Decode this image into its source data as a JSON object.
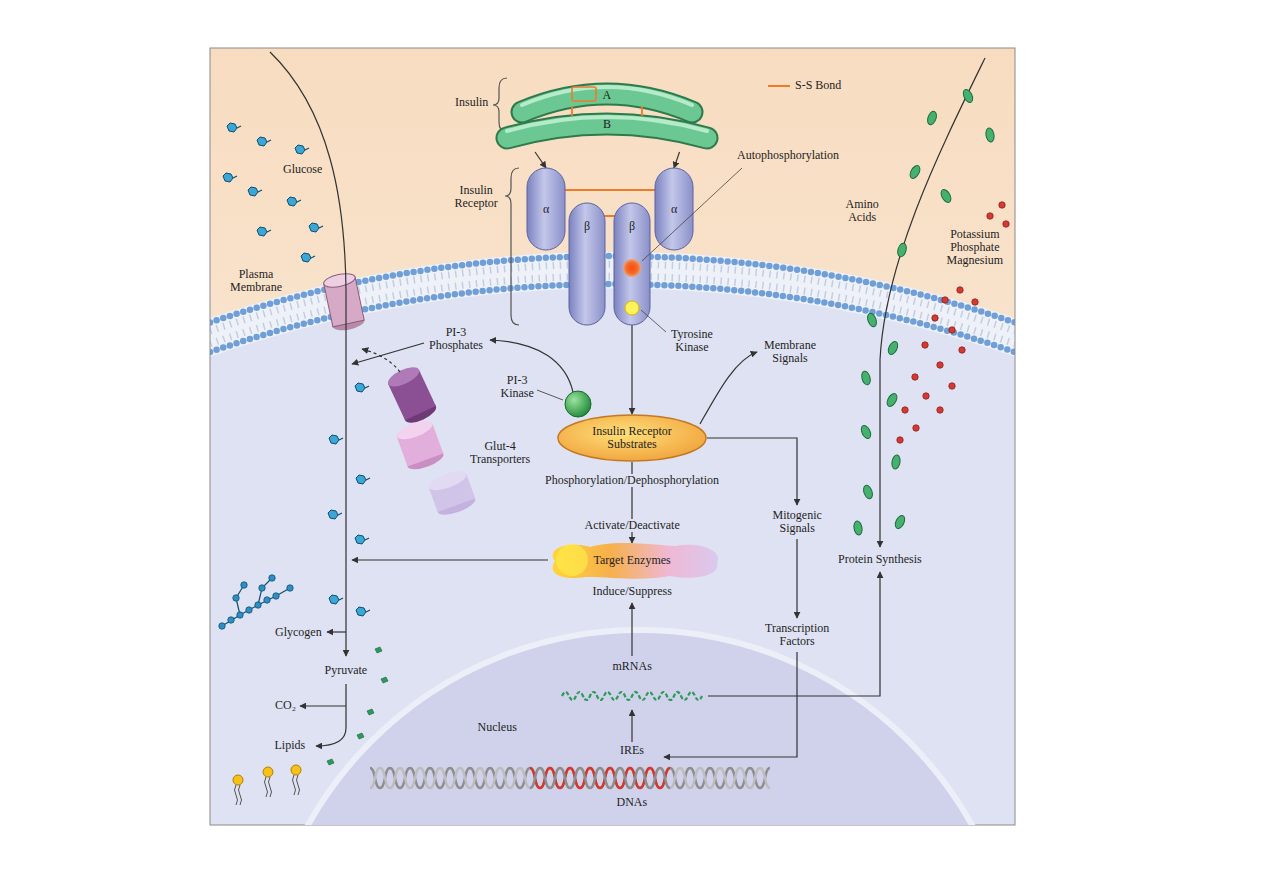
{
  "diagram": {
    "nodes": [
      {
        "text": [
          "A"
        ]
      },
      {
        "text": [
          "B"
        ]
      },
      {
        "text": [
          "α"
        ]
      },
      {
        "text": [
          "β"
        ]
      },
      {
        "text": [
          "β"
        ]
      },
      {
        "text": [
          "α"
        ]
      },
      {
        "text": [
          "Insulin Receptor Substrates"
        ]
      },
      {
        "text": [
          "Target Enzymes"
        ]
      },
      {
        "text": [
          "Nucleus"
        ]
      }
    ],
    "edges": [
      {
        "from": 1,
        "to": 2,
        "arrow": "to"
      },
      {
        "from": 1,
        "to": 5,
        "arrow": "to"
      },
      {
        "from": 4,
        "to": 6,
        "arrow": "to"
      },
      {
        "from": 6,
        "to": 7,
        "arrow": "to"
      }
    ],
    "labels": [
      "Insulin",
      "Insulin Receptor",
      "Autophosphorylation",
      "Glucose",
      "Plasma Membrane",
      "Tyrosine Kinase",
      "PI-3 Phosphates",
      "PI-3 Kinase",
      "Membrane Signals",
      "Amino Acids",
      "Potassium Phosphate Magnesium",
      "Glut-4 Transporters",
      "Phosphorylation/Dephosphorylation",
      "Activate/Deactivate",
      "Mitogenic Signals",
      "Protein Synthesis",
      "Induce/Suppress",
      "Transcription Factors",
      "Glycogen",
      "Pyruvate",
      "CO₂",
      "Lipids",
      "mRNAs",
      "IREs",
      "DNAs"
    ],
    "legend": [
      {
        "text": "S-S Bond"
      }
    ]
  }
}
